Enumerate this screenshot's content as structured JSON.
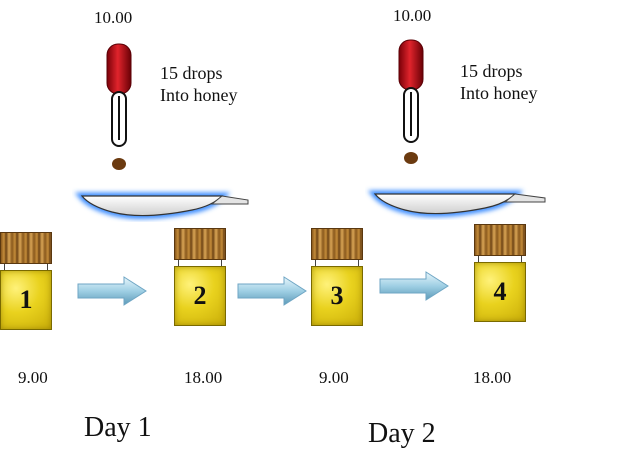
{
  "dropper_left": {
    "time": "10.00",
    "note_line1": "15 drops",
    "note_line2": "Into honey"
  },
  "dropper_right": {
    "time": "10.00",
    "note_line1": "15 drops",
    "note_line2": "Into honey"
  },
  "jars": [
    {
      "label": "1",
      "time": "9.00"
    },
    {
      "label": "2",
      "time": "18.00"
    },
    {
      "label": "3",
      "time": "9.00"
    },
    {
      "label": "4",
      "time": "18.00"
    }
  ],
  "days": [
    "Day 1",
    "Day 2"
  ],
  "colors": {
    "dropper_bulb": "#c0141c",
    "drop": "#6b3a10",
    "spoon_glow": "#3a8cff",
    "arrow": "#a9d6ea",
    "honey": "#e9d21e",
    "lid": "#a8722c"
  }
}
